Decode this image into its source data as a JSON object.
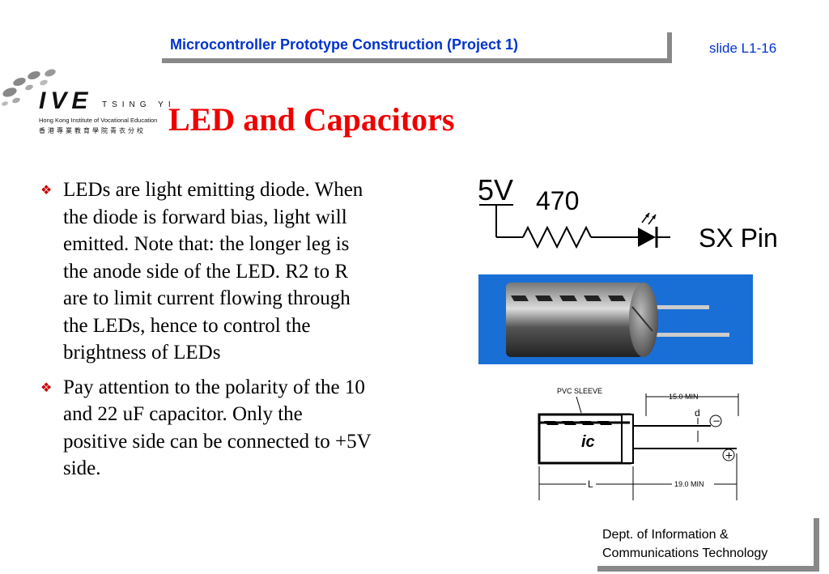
{
  "header": {
    "title": "Microcontroller Prototype Construction (Project 1)",
    "slide_number": "slide L1-16"
  },
  "logo": {
    "letters": "IVE",
    "campus": "TSING YI",
    "institute": "Hong Kong Institute of Vocational Education",
    "chinese_name": "香港專業教育學院青衣分校"
  },
  "title": "LED and Capacitors",
  "bullets": [
    {
      "lines": [
        "LEDs are light emitting diode. When",
        "the diode is forward bias, light will",
        "emitted. Note that: the longer leg is",
        "the anode side of the LED. R2 to R",
        "are to limit current flowing through",
        "the LEDs, hence to control the",
        "brightness of LEDs"
      ]
    },
    {
      "lines": [
        "Pay attention to the polarity of the 10",
        "and 22 uF capacitor. Only the",
        "positive side can be connected to +5V",
        "side."
      ]
    }
  ],
  "circuit": {
    "voltage": "5V",
    "resistor": "470",
    "pin": "SX Pin"
  },
  "cap_drawing": {
    "sleeve": "PVC SLEEVE",
    "dim_top": "15.0 MIN",
    "dim_d": "d",
    "dim_l": "L",
    "dim_bottom": "19.0 MIN",
    "minus": "−",
    "plus": "+"
  },
  "footer": {
    "line1": "Dept. of Information &",
    "line2": "Communications Technology"
  },
  "colors": {
    "header_blue": "#0033cc",
    "title_red": "#ee0000",
    "photo_blue": "#1a6fd6"
  }
}
